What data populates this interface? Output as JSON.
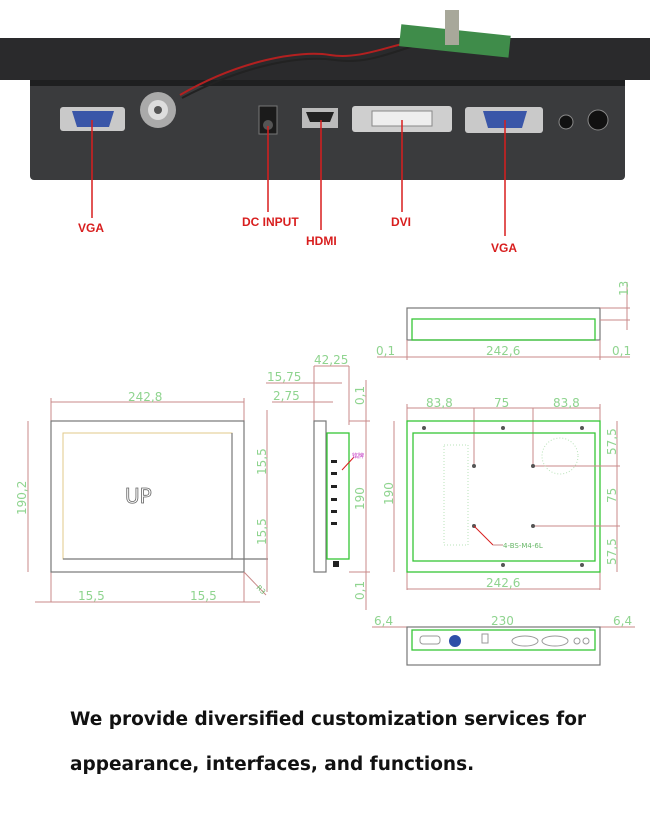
{
  "ports": {
    "vga_left": "VGA",
    "dc_input": "DC INPUT",
    "hdmi": "HDMI",
    "dvi": "DVI",
    "vga_right": "VGA"
  },
  "drawing": {
    "front": {
      "width": "242,8",
      "height": "190,2",
      "bezel_top": "15,5",
      "bezel_bottom": "15,5",
      "bezel_left": "15,5",
      "bezel_right": "15,5",
      "center_mark": "UP",
      "corner": "R3"
    },
    "side": {
      "depth": "42,25",
      "d1": "15,75",
      "d2": "2,75",
      "top_gap": "0,1",
      "height": "190",
      "bottom_gap": "0,1",
      "note": "铭牌"
    },
    "top": {
      "width": "242,6",
      "left_gap": "0,1",
      "right_gap": "0,1",
      "thickness": "13"
    },
    "back": {
      "left": "83,8",
      "middle": "75",
      "right": "83,8",
      "height": "190",
      "v_top": "57,5",
      "v_mid": "75",
      "v_bottom": "57,5",
      "width": "242,6",
      "screw_note": "4-BS-M4-6L"
    },
    "bottom": {
      "left": "6,4",
      "width": "230",
      "right": "6,4"
    }
  },
  "caption": {
    "line1": "We provide diversified customization services for",
    "line2": "appearance, interfaces, and functions."
  },
  "colors": {
    "label": "#d81e1e",
    "dimension": "#8fd48f",
    "outline": "#36c536"
  }
}
